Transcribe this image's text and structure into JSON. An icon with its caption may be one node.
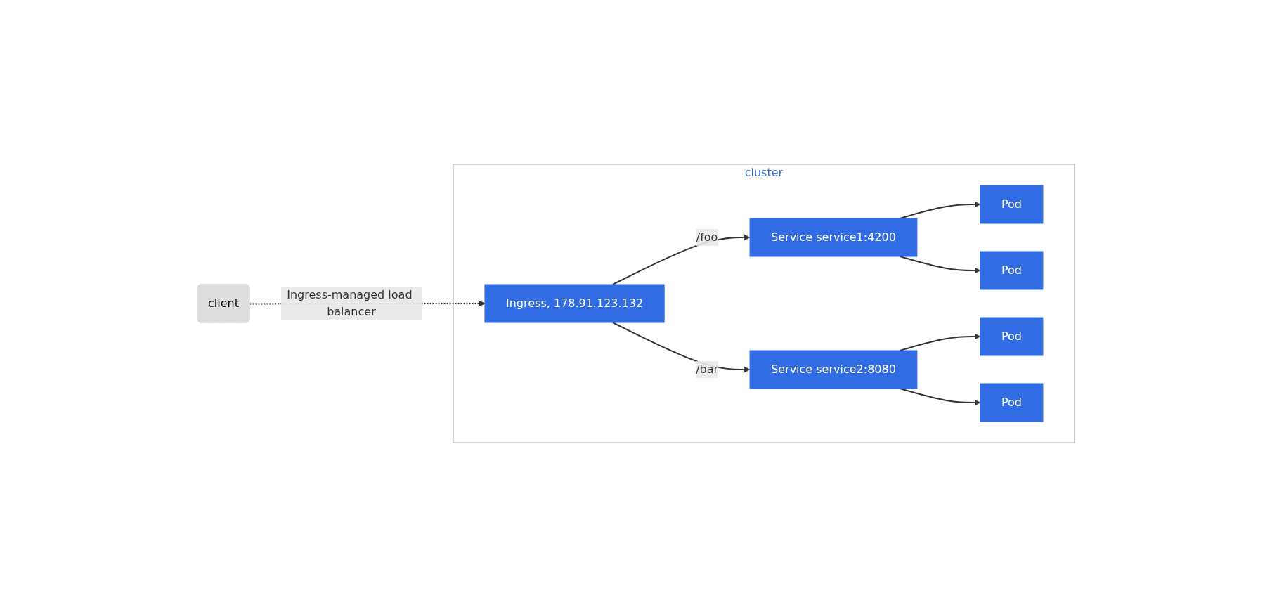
{
  "diagram": {
    "nodes": [
      {
        "text": [
          "client"
        ]
      },
      {
        "text": [
          "cluster"
        ]
      },
      {
        "text": [
          "Ingress, 178.91.123.132"
        ],
        "in": 1
      },
      {
        "text": [
          "Service service1:4200"
        ],
        "in": 1
      },
      {
        "text": [
          "Service service2:8080"
        ],
        "in": 1
      },
      {
        "text": [
          "Pod"
        ],
        "in": 1
      },
      {
        "text": [
          "Pod"
        ],
        "in": 1
      },
      {
        "text": [
          "Pod"
        ],
        "in": 1
      },
      {
        "text": [
          "Pod"
        ],
        "in": 1
      }
    ],
    "edges": [
      {
        "from": 0,
        "to": 2,
        "arrow": "to",
        "label": "Ingress-managed load balancer",
        "style": "dashed"
      },
      {
        "from": 2,
        "to": 3,
        "arrow": "to",
        "label": "/foo"
      },
      {
        "from": 2,
        "to": 4,
        "arrow": "to",
        "label": "/bar"
      },
      {
        "from": 3,
        "to": 5,
        "arrow": "to"
      },
      {
        "from": 3,
        "to": 6,
        "arrow": "to"
      },
      {
        "from": 4,
        "to": 7,
        "arrow": "to"
      },
      {
        "from": 4,
        "to": 8,
        "arrow": "to"
      }
    ]
  }
}
